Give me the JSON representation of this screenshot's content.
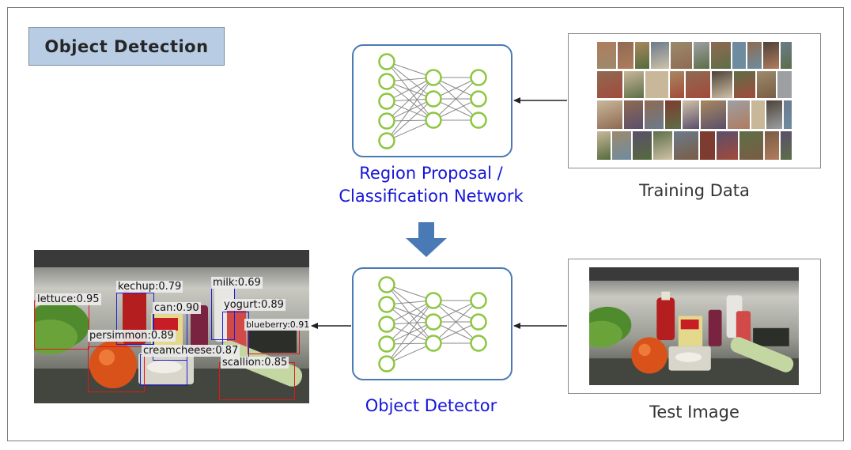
{
  "title": "Object Detection",
  "network_top": {
    "caption_line1": "Region Proposal /",
    "caption_line2": "Classification Network"
  },
  "network_bottom": {
    "caption": "Object Detector"
  },
  "training": {
    "caption": "Training Data"
  },
  "test": {
    "caption": "Test Image"
  },
  "detections": [
    {
      "label": "lettuce:0.95",
      "color": "#e01818"
    },
    {
      "label": "kechup:0.79",
      "color": "#2020d0"
    },
    {
      "label": "can:0.90",
      "color": "#2020d0"
    },
    {
      "label": "milk:0.69",
      "color": "#2020d0"
    },
    {
      "label": "yogurt:0.89",
      "color": "#2020d0"
    },
    {
      "label": "blueberry:0.91",
      "color": "#e01818"
    },
    {
      "label": "persimmon:0.89",
      "color": "#e01818"
    },
    {
      "label": "creamcheese:0.87",
      "color": "#2020d0"
    },
    {
      "label": "scallion:0.85",
      "color": "#e01818"
    }
  ],
  "colors": {
    "network_border": "#4a7ab5",
    "neuron": "#8dc63f",
    "arrow_blue": "#4a7ab5",
    "caption_blue": "#1515d8"
  }
}
